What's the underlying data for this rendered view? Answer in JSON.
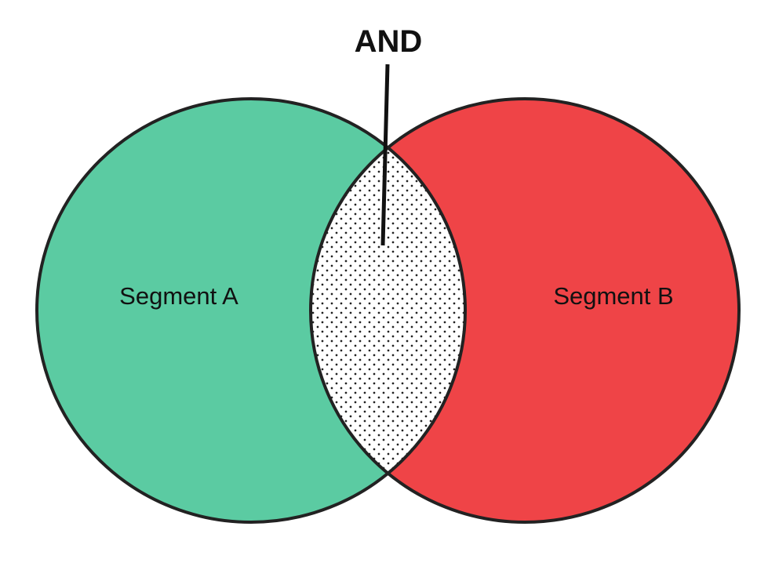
{
  "diagram": {
    "intersection_label": "AND",
    "left_set": {
      "label": "Segment A",
      "color": "#5BCBA2"
    },
    "right_set": {
      "label": "Segment B",
      "color": "#EF4447"
    },
    "outline_color": "#222222",
    "intersection_fill": "#ffffff",
    "intersection_dot_color": "#222222"
  }
}
